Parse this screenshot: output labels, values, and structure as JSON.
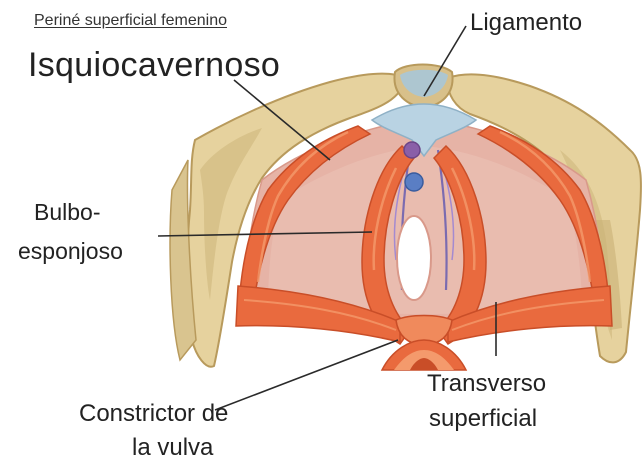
{
  "diagram": {
    "title": "Periné superficial femenino",
    "labels": {
      "isquiocavernoso": "Isquiocavernoso",
      "ligamento": "Ligamento",
      "bulbo_line1": "Bulbo-",
      "bulbo_line2": "esponjoso",
      "constrictor_line1": "Constrictor de",
      "constrictor_line2": "la vulva",
      "transverso_line1": "Transverso",
      "transverso_line2": "superficial"
    }
  },
  "colors": {
    "bone": "#e6d29e",
    "bone_shadow": "#b89a5c",
    "muscle": "#e96a3e",
    "muscle_light": "#f49a6c",
    "membrane": "#e6b3a6",
    "ligament": "#b9d3e3",
    "vessel": "#8a5fa8",
    "leader_line": "#2a2a2a"
  }
}
